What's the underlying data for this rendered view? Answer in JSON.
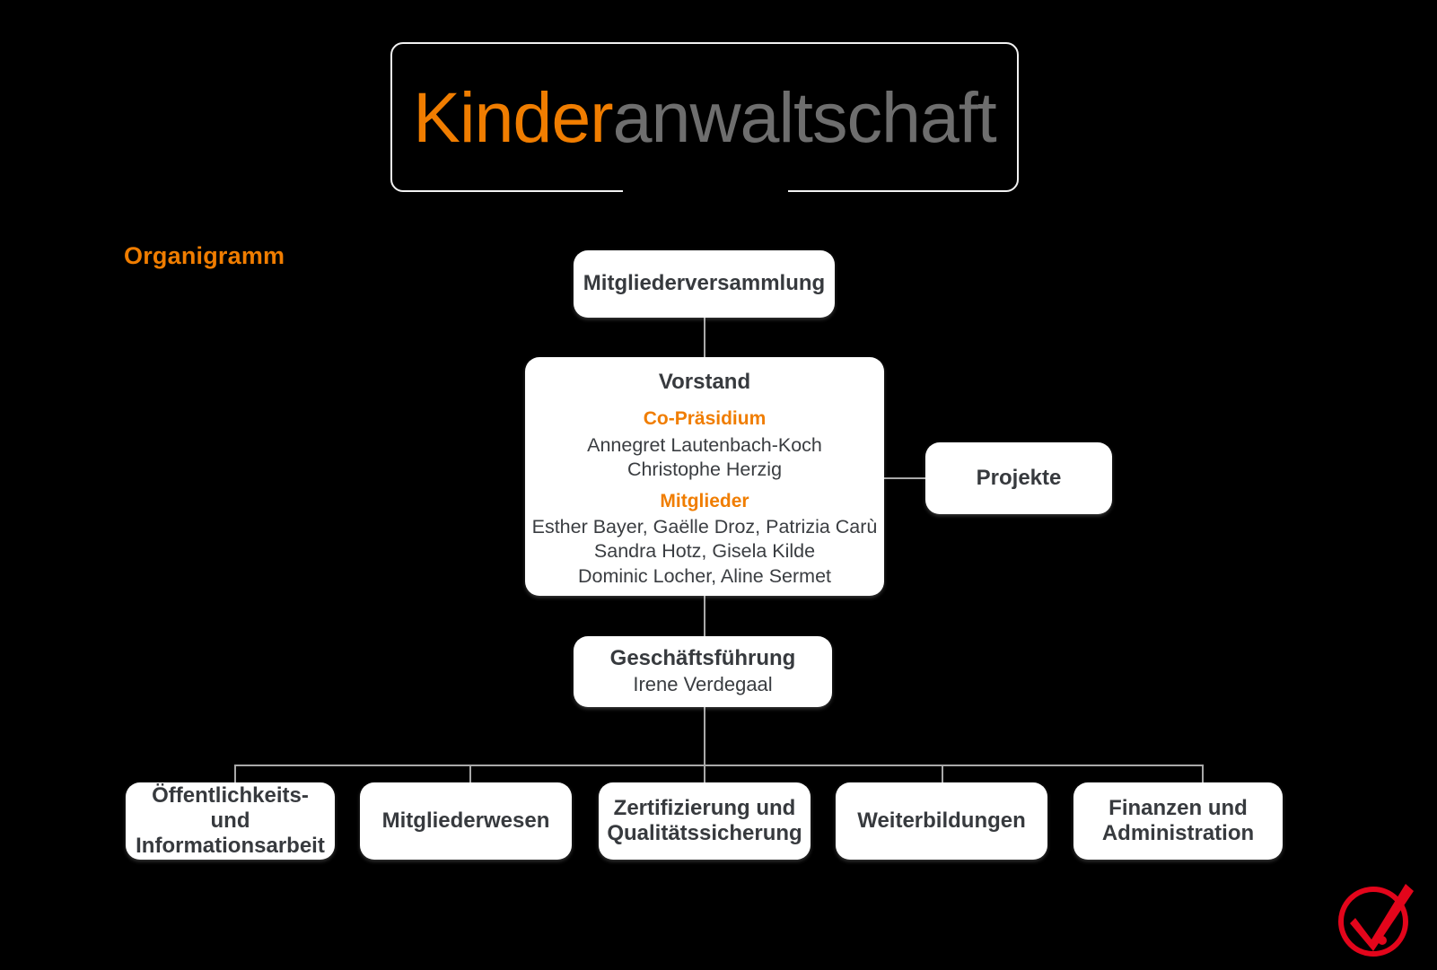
{
  "page": {
    "background_color": "#000000",
    "accent_color": "#F07D00",
    "node_fill": "#FFFFFF",
    "node_text_color": "#373A3E",
    "connector_color": "#A9A9A9",
    "mark_color": "#E3051B"
  },
  "logo": {
    "word_primary": "Kinder",
    "word_secondary": "anwaltschaft",
    "primary_color": "#F07D00",
    "secondary_color": "#6E6E6E"
  },
  "section": {
    "label": "Organigramm"
  },
  "chart_data": {
    "type": "diagram",
    "title": "Organigramm",
    "nodes": [
      {
        "id": "mitgliederversammlung",
        "title": "Mitgliederversammlung",
        "level": 0
      },
      {
        "id": "vorstand",
        "title": "Vorstand",
        "level": 1,
        "groups": [
          {
            "heading": "Co-Präsidium",
            "lines": [
              "Annegret Lautenbach-Koch",
              "Christophe Herzig"
            ]
          },
          {
            "heading": "Mitglieder",
            "lines": [
              "Esther Bayer, Gaëlle Droz, Patrizia Carù",
              "Sandra Hotz, Gisela Kilde",
              "Dominic Locher, Aline Sermet"
            ]
          }
        ]
      },
      {
        "id": "projekte",
        "title": "Projekte",
        "level": 1
      },
      {
        "id": "geschaeftsfuehrung",
        "title": "Geschäftsführung",
        "subtitle": "Irene Verdegaal",
        "level": 2
      },
      {
        "id": "oeffentlichkeitsarbeit",
        "title": "Öffentlichkeits- und Informationsarbeit",
        "level": 3
      },
      {
        "id": "mitgliederwesen",
        "title": "Mitgliederwesen",
        "level": 3
      },
      {
        "id": "zertifizierung",
        "title": "Zertifizierung und Qualitätssicherung",
        "level": 3
      },
      {
        "id": "weiterbildungen",
        "title": "Weiterbildungen",
        "level": 3
      },
      {
        "id": "finanzen",
        "title": "Finanzen und Administration",
        "level": 3
      }
    ],
    "edges": [
      {
        "from": "mitgliederversammlung",
        "to": "vorstand"
      },
      {
        "from": "vorstand",
        "to": "projekte"
      },
      {
        "from": "vorstand",
        "to": "geschaeftsfuehrung"
      },
      {
        "from": "geschaeftsfuehrung",
        "to": "oeffentlichkeitsarbeit"
      },
      {
        "from": "geschaeftsfuehrung",
        "to": "mitgliederwesen"
      },
      {
        "from": "geschaeftsfuehrung",
        "to": "zertifizierung"
      },
      {
        "from": "geschaeftsfuehrung",
        "to": "weiterbildungen"
      },
      {
        "from": "geschaeftsfuehrung",
        "to": "finanzen"
      }
    ]
  },
  "nodes": {
    "mitgliederversammlung": {
      "title": "Mitgliederversammlung"
    },
    "vorstand": {
      "title": "Vorstand",
      "copraesidium_heading": "Co-Präsidium",
      "copraesidium_line1": "Annegret Lautenbach-Koch",
      "copraesidium_line2": "Christophe Herzig",
      "mitglieder_heading": "Mitglieder",
      "mitglieder_line1": "Esther Bayer, Gaëlle Droz, Patrizia Carù",
      "mitglieder_line2": "Sandra Hotz, Gisela Kilde",
      "mitglieder_line3": "Dominic Locher, Aline Sermet"
    },
    "projekte": {
      "title": "Projekte"
    },
    "geschaeftsfuehrung": {
      "title": "Geschäftsführung",
      "subtitle": "Irene Verdegaal"
    },
    "oeffentlichkeitsarbeit": {
      "line1": "Öffentlichkeits- und",
      "line2": "Informationsarbeit"
    },
    "mitgliederwesen": {
      "line1": "Mitgliederwesen"
    },
    "zertifizierung": {
      "line1": "Zertifizierung und",
      "line2": "Qualitätssicherung"
    },
    "weiterbildungen": {
      "line1": "Weiterbildungen"
    },
    "finanzen": {
      "line1": "Finanzen und",
      "line2": "Administration"
    }
  },
  "corner_mark": {
    "icon": "circled-check-mark",
    "color": "#E3051B"
  }
}
